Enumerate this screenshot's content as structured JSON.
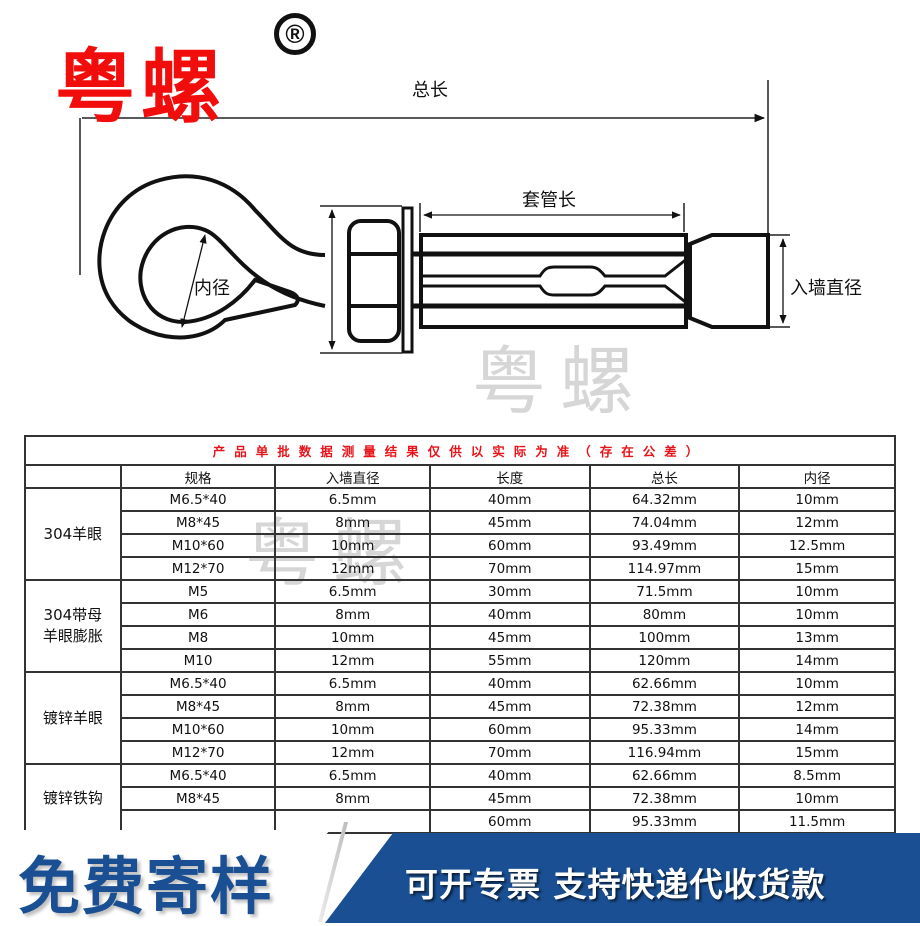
{
  "brand": {
    "name": "粤螺",
    "registered_mark": "®",
    "color": "#f20d0d",
    "watermark": "粤螺"
  },
  "diagram": {
    "labels": {
      "total_length": "总长",
      "sleeve_length": "套管长",
      "inner_diameter": "内径",
      "drill_diameter": "入墙直径"
    }
  },
  "table": {
    "note": "产品单批数据测量结果仅供以实际为准（存在公差）",
    "note_color": "#e8141a",
    "headers": [
      "",
      "规格",
      "入墙直径",
      "长度",
      "总长",
      "内径"
    ],
    "groups": [
      {
        "name": "304羊眼",
        "rows": [
          [
            "M6.5*40",
            "6.5mm",
            "40mm",
            "64.32mm",
            "10mm"
          ],
          [
            "M8*45",
            "8mm",
            "45mm",
            "74.04mm",
            "12mm"
          ],
          [
            "M10*60",
            "10mm",
            "60mm",
            "93.49mm",
            "12.5mm"
          ],
          [
            "M12*70",
            "12mm",
            "70mm",
            "114.97mm",
            "15mm"
          ]
        ]
      },
      {
        "name": "304带母羊眼膨胀",
        "name_lines": [
          "304带母",
          "羊眼膨胀"
        ],
        "rows": [
          [
            "M5",
            "6.5mm",
            "30mm",
            "71.5mm",
            "10mm"
          ],
          [
            "M6",
            "8mm",
            "40mm",
            "80mm",
            "10mm"
          ],
          [
            "M8",
            "10mm",
            "45mm",
            "100mm",
            "13mm"
          ],
          [
            "M10",
            "12mm",
            "55mm",
            "120mm",
            "14mm"
          ]
        ]
      },
      {
        "name": "镀锌羊眼",
        "rows": [
          [
            "M6.5*40",
            "6.5mm",
            "40mm",
            "62.66mm",
            "10mm"
          ],
          [
            "M8*45",
            "8mm",
            "45mm",
            "72.38mm",
            "12mm"
          ],
          [
            "M10*60",
            "10mm",
            "60mm",
            "95.33mm",
            "14mm"
          ],
          [
            "M12*70",
            "12mm",
            "70mm",
            "116.94mm",
            "15mm"
          ]
        ]
      },
      {
        "name": "镀锌铁钩",
        "rows": [
          [
            "M6.5*40",
            "6.5mm",
            "40mm",
            "62.66mm",
            "8.5mm"
          ],
          [
            "M8*45",
            "8mm",
            "45mm",
            "72.38mm",
            "10mm"
          ],
          [
            "",
            "",
            "60mm",
            "95.33mm",
            "11.5mm"
          ]
        ]
      }
    ]
  },
  "banner": {
    "free_sample": "免费寄样",
    "services": "可开专票 支持快递代收货款",
    "blue": "#1a4f93"
  }
}
